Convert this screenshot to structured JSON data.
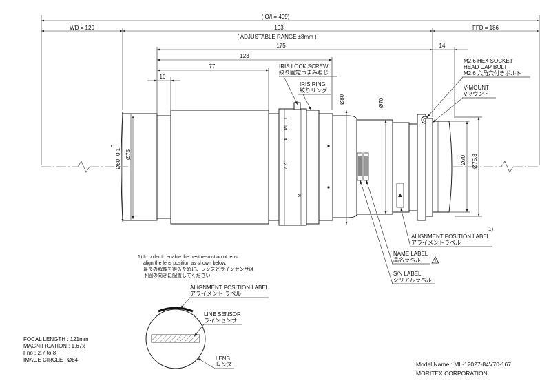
{
  "dimensions": {
    "oi": "( O/I = 499)",
    "wd": "WD = 120",
    "d193": "193",
    "adjustable": "( ADJUSTABLE RANGE ±8mm )",
    "ffd": "FFD = 186",
    "d175": "175",
    "d14": "14",
    "d123": "123",
    "d77": "77",
    "d10": "10",
    "dia80": "Ø80 -0.1",
    "tol_top": "0",
    "dia75": "Ø75",
    "dia80b": "Ø80",
    "dia70a": "Ø70",
    "dia70b": "Ø70",
    "dia758": "Ø75.8"
  },
  "labels": {
    "iris_lock_en": "IRIS LOCK SCREW",
    "iris_lock_jp": "絞り固定つまみねじ",
    "iris_ring_en": "IRIS RING",
    "iris_ring_jp": "絞りリング",
    "hex_en1": "M2.6 HEX SOCKET",
    "hex_en2": "HEAD CAP BOLT",
    "hex_jp": "M2.6 六角穴付きボルト",
    "vmount_en": "V-MOUNT",
    "vmount_jp": "Vマウント",
    "note_ref": "1)",
    "align_en": "ALIGNMENT POSITION LABEL",
    "align_jp": "アライメントラベル",
    "name_en": "NAME LABEL",
    "name_jp": "品名ラベル",
    "name_mark": "1",
    "sn_en": "S/N LABEL",
    "sn_jp": "シリアルラベル",
    "ring_1": "1",
    "ring_14": "14",
    "ring_4": "4",
    "ring_27": "2.7",
    "ring_8": "8"
  },
  "note": {
    "line1": "1) In order to enable the best resolution of lens,",
    "line2": "align the lens position as shown below.",
    "line3": "最良の解像を得るために、レンズとラインセンサは",
    "line4": "下図の向きに配置してください"
  },
  "detail": {
    "align_en": "ALIGNMENT POSITION LABEL",
    "align_jp": "アライメント ラベル",
    "sensor_en": "LINE SENSOR",
    "sensor_jp": "ラインセンサ",
    "lens_en": "LENS",
    "lens_jp": "レンズ"
  },
  "specs": {
    "focal": "FOCAL LENGTH : 121mm",
    "mag": "MAGNIFICATION : 1.67x",
    "fno": "Fno : 2.7 to 8",
    "circle": "IMAGE CIRCLE : Ø84"
  },
  "title_block": {
    "model": "Model Name : ML-12027-84V70-167",
    "company": "MORITEX CORPORATION"
  }
}
